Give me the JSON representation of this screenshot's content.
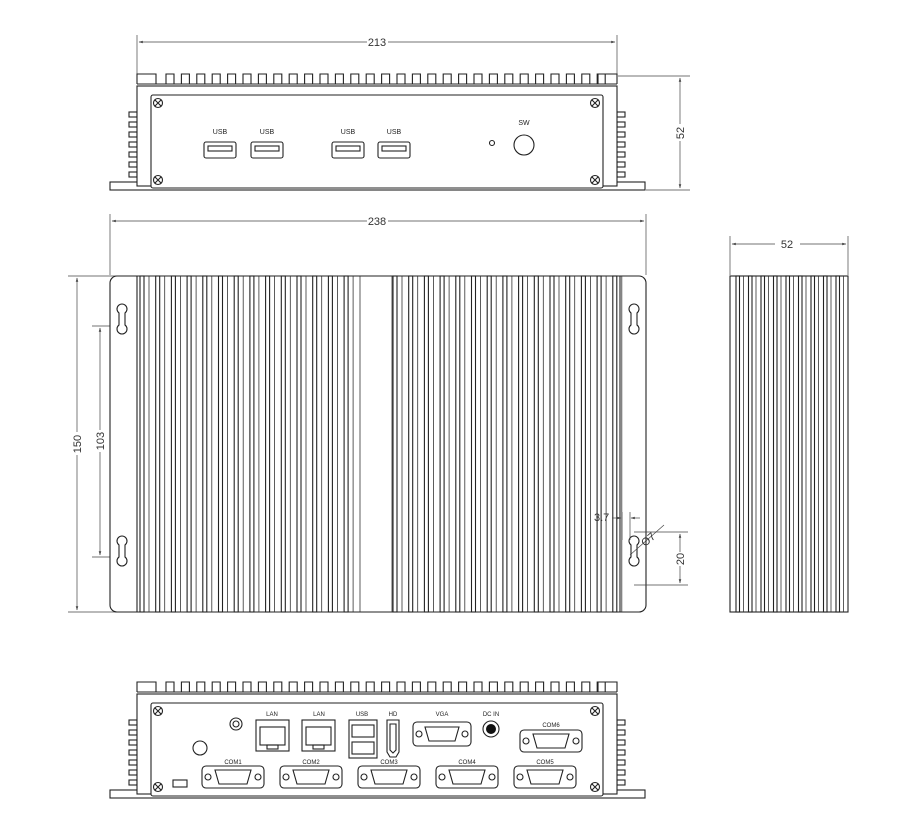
{
  "dimensions": {
    "front_width": "213",
    "front_height": "52",
    "top_width": "238",
    "top_height": "150",
    "hole_spacing": "103",
    "slot_offset": "3.7",
    "slot_diameter": "Ø7",
    "slot_length": "20",
    "side_width": "52"
  },
  "front_panel": {
    "usb_labels": [
      "USB",
      "USB",
      "USB",
      "USB"
    ],
    "switch_label": "SW"
  },
  "rear_panel": {
    "lan_labels": [
      "LAN",
      "LAN"
    ],
    "usb_label": "USB",
    "hdmi_label": "HD",
    "vga_label": "VGA",
    "dcin_label": "DC IN",
    "com_labels": [
      "COM1",
      "COM2",
      "COM3",
      "COM4",
      "COM5",
      "COM6"
    ]
  }
}
